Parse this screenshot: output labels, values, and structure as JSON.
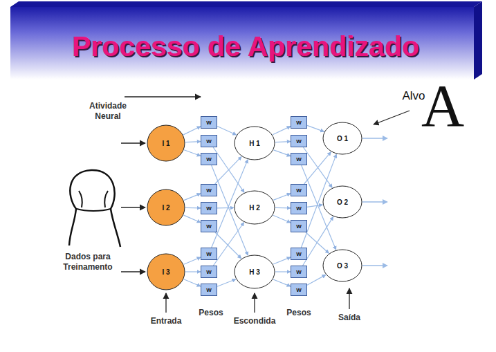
{
  "diagram": {
    "title": "Processo de Aprendizado",
    "nodes": [
      {
        "text": [
          "I 1"
        ]
      },
      {
        "text": [
          "I 2"
        ]
      },
      {
        "text": [
          "I 3"
        ]
      },
      {
        "text": [
          "W"
        ]
      },
      {
        "text": [
          "W"
        ]
      },
      {
        "text": [
          "W"
        ]
      },
      {
        "text": [
          "W"
        ]
      },
      {
        "text": [
          "W"
        ]
      },
      {
        "text": [
          "W"
        ]
      },
      {
        "text": [
          "W"
        ]
      },
      {
        "text": [
          "W"
        ]
      },
      {
        "text": [
          "W"
        ]
      },
      {
        "text": [
          "H 1"
        ]
      },
      {
        "text": [
          "H 2"
        ]
      },
      {
        "text": [
          "H 3"
        ]
      },
      {
        "text": [
          "W"
        ]
      },
      {
        "text": [
          "W"
        ]
      },
      {
        "text": [
          "W"
        ]
      },
      {
        "text": [
          "W"
        ]
      },
      {
        "text": [
          "W"
        ]
      },
      {
        "text": [
          "W"
        ]
      },
      {
        "text": [
          "W"
        ]
      },
      {
        "text": [
          "W"
        ]
      },
      {
        "text": [
          "W"
        ]
      },
      {
        "text": [
          "O 1"
        ]
      },
      {
        "text": [
          "O 2"
        ]
      },
      {
        "text": [
          "O 3"
        ]
      }
    ],
    "edges": [
      {
        "from": 0,
        "to": 3,
        "arrow": "to"
      },
      {
        "from": 0,
        "to": 4,
        "arrow": "to"
      },
      {
        "from": 0,
        "to": 5,
        "arrow": "to"
      },
      {
        "from": 1,
        "to": 6,
        "arrow": "to"
      },
      {
        "from": 1,
        "to": 7,
        "arrow": "to"
      },
      {
        "from": 1,
        "to": 8,
        "arrow": "to"
      },
      {
        "from": 2,
        "to": 9,
        "arrow": "to"
      },
      {
        "from": 2,
        "to": 10,
        "arrow": "to"
      },
      {
        "from": 2,
        "to": 11,
        "arrow": "to"
      },
      {
        "from": 3,
        "to": 12,
        "arrow": "to"
      },
      {
        "from": 4,
        "to": 13,
        "arrow": "to"
      },
      {
        "from": 5,
        "to": 14,
        "arrow": "to"
      },
      {
        "from": 6,
        "to": 12,
        "arrow": "to"
      },
      {
        "from": 7,
        "to": 13,
        "arrow": "to"
      },
      {
        "from": 8,
        "to": 14,
        "arrow": "to"
      },
      {
        "from": 9,
        "to": 12,
        "arrow": "to"
      },
      {
        "from": 10,
        "to": 13,
        "arrow": "to"
      },
      {
        "from": 11,
        "to": 14,
        "arrow": "to"
      },
      {
        "from": 12,
        "to": 15,
        "arrow": "to"
      },
      {
        "from": 12,
        "to": 16,
        "arrow": "to"
      },
      {
        "from": 12,
        "to": 17,
        "arrow": "to"
      },
      {
        "from": 13,
        "to": 18,
        "arrow": "to"
      },
      {
        "from": 13,
        "to": 19,
        "arrow": "to"
      },
      {
        "from": 13,
        "to": 20,
        "arrow": "to"
      },
      {
        "from": 14,
        "to": 21,
        "arrow": "to"
      },
      {
        "from": 14,
        "to": 22,
        "arrow": "to"
      },
      {
        "from": 14,
        "to": 23,
        "arrow": "to"
      },
      {
        "from": 15,
        "to": 24,
        "arrow": "to"
      },
      {
        "from": 16,
        "to": 25,
        "arrow": "to"
      },
      {
        "from": 17,
        "to": 26,
        "arrow": "to"
      },
      {
        "from": 18,
        "to": 24,
        "arrow": "to"
      },
      {
        "from": 19,
        "to": 25,
        "arrow": "to"
      },
      {
        "from": 20,
        "to": 26,
        "arrow": "to"
      },
      {
        "from": 21,
        "to": 24,
        "arrow": "to"
      },
      {
        "from": 22,
        "to": 25,
        "arrow": "to"
      },
      {
        "from": 23,
        "to": 26,
        "arrow": "to"
      }
    ],
    "labels": [
      "Atividade Neural",
      "Alvo",
      "A",
      "Dados para Treinamento",
      "Entrada",
      "Pesos",
      "Escondida",
      "Pesos",
      "Saída"
    ]
  }
}
